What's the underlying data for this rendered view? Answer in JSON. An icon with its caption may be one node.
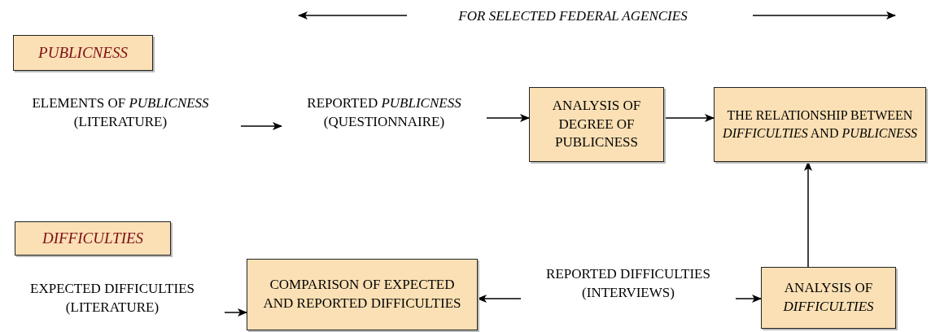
{
  "diagram": {
    "nodes": [
      {
        "text": [
          "PUBLICNESS"
        ]
      },
      {
        "text": [
          "ELEMENTS OF *PUBLICNESS*",
          "(LITERATURE)"
        ]
      },
      {
        "text": [
          "REPORTED *PUBLICNESS*",
          "(QUESTIONNAIRE)"
        ]
      },
      {
        "text": [
          "ANALYSIS OF DEGREE OF PUBLICNESS"
        ]
      },
      {
        "text": [
          "THE RELATIONSHIP BETWEEN *DIFFICULTIES* AND *PUBLICNESS*"
        ]
      },
      {
        "text": [
          "DIFFICULTIES"
        ]
      },
      {
        "text": [
          "EXPECTED DIFFICULTIES",
          "(LITERATURE)"
        ]
      },
      {
        "text": [
          "COMPARISON OF EXPECTED AND REPORTED DIFFICULTIES"
        ]
      },
      {
        "text": [
          "REPORTED DIFFICULTIES",
          "(INTERVIEWS)"
        ]
      },
      {
        "text": [
          "ANALYSIS OF *DIFFICULTIES*"
        ]
      }
    ],
    "edges": [
      {
        "from": 1,
        "to": 2,
        "arrow": "to"
      },
      {
        "from": 2,
        "to": 3,
        "arrow": "to"
      },
      {
        "from": 3,
        "to": 4,
        "arrow": "to"
      },
      {
        "from": 9,
        "to": 4,
        "arrow": "to"
      },
      {
        "from": 6,
        "to": 7,
        "arrow": "to"
      },
      {
        "from": 8,
        "to": 7,
        "arrow": "to"
      },
      {
        "from": 8,
        "to": 9,
        "arrow": "to"
      }
    ],
    "labels": [
      "FOR SELECTED FEDERAL AGENCIES"
    ]
  }
}
